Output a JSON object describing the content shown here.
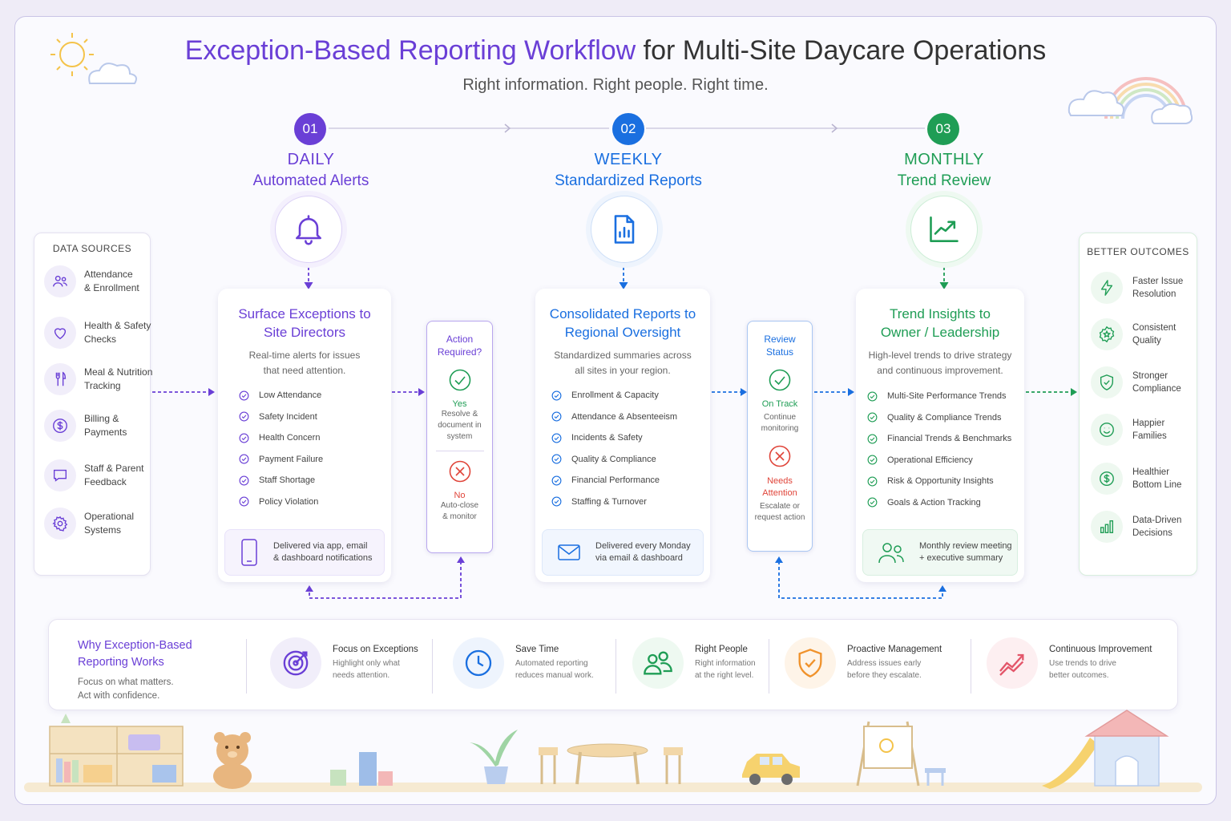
{
  "title": {
    "highlight": "Exception-Based Reporting Workflow",
    "rest": "for Multi-Site Daycare Operations"
  },
  "subtitle": "Right information. Right people. Right time.",
  "colors": {
    "purple": "#6a3fd6",
    "blue": "#1a6fe0",
    "green": "#1f9d55",
    "red": "#e0453a"
  },
  "data_sources": {
    "title": "DATA SOURCES",
    "items": [
      {
        "label1": "Attendance",
        "label2": "& Enrollment",
        "icon": "people-icon"
      },
      {
        "label1": "Health & Safety",
        "label2": "Checks",
        "icon": "heart-icon"
      },
      {
        "label1": "Meal & Nutrition",
        "label2": "Tracking",
        "icon": "utensils-icon"
      },
      {
        "label1": "Billing &",
        "label2": "Payments",
        "icon": "dollar-icon"
      },
      {
        "label1": "Staff & Parent",
        "label2": "Feedback",
        "icon": "chat-icon"
      },
      {
        "label1": "Operational",
        "label2": "Systems",
        "icon": "gear-icon"
      }
    ]
  },
  "steps": [
    {
      "num": "01",
      "phase": "DAILY",
      "subtitle": "Automated Alerts",
      "icon": "bell-icon",
      "card_title1": "Surface Exceptions to",
      "card_title2": "Site Directors",
      "card_desc1": "Real-time alerts for issues",
      "card_desc2": "that need attention.",
      "items": [
        "Low Attendance",
        "Safety Incident",
        "Health Concern",
        "Payment Failure",
        "Staff Shortage",
        "Policy Violation"
      ],
      "footer1": "Delivered via app, email",
      "footer2": "& dashboard notifications",
      "footer_icon": "phone-icon"
    },
    {
      "num": "02",
      "phase": "WEEKLY",
      "subtitle": "Standardized Reports",
      "icon": "report-icon",
      "card_title1": "Consolidated Reports to",
      "card_title2": "Regional Oversight",
      "card_desc1": "Standardized summaries across",
      "card_desc2": "all sites in your region.",
      "items": [
        "Enrollment & Capacity",
        "Attendance & Absenteeism",
        "Incidents & Safety",
        "Quality & Compliance",
        "Financial Performance",
        "Staffing & Turnover"
      ],
      "footer1": "Delivered every Monday",
      "footer2": "via email & dashboard",
      "footer_icon": "mail-icon"
    },
    {
      "num": "03",
      "phase": "MONTHLY",
      "subtitle": "Trend Review",
      "icon": "trend-icon",
      "card_title1": "Trend Insights to",
      "card_title2": "Owner / Leadership",
      "card_desc1": "High-level trends to drive strategy",
      "card_desc2": "and continuous improvement.",
      "items": [
        "Multi-Site Performance Trends",
        "Quality & Compliance Trends",
        "Financial Trends & Benchmarks",
        "Operational Efficiency",
        "Risk & Opportunity Insights",
        "Goals & Action Tracking"
      ],
      "footer1": "Monthly review meeting",
      "footer2": "+ executive summary",
      "footer_icon": "people-icon"
    }
  ],
  "decision1": {
    "title1": "Action",
    "title2": "Required?",
    "yes_label": "Yes",
    "yes_d1": "Resolve &",
    "yes_d2": "document in",
    "yes_d3": "system",
    "no_label": "No",
    "no_d1": "Auto-close",
    "no_d2": "& monitor"
  },
  "decision2": {
    "title1": "Review",
    "title2": "Status",
    "ok_label": "On Track",
    "ok_d1": "Continue",
    "ok_d2": "monitoring",
    "bad_label1": "Needs",
    "bad_label2": "Attention",
    "bad_d1": "Escalate or",
    "bad_d2": "request action"
  },
  "outcomes": {
    "title": "BETTER OUTCOMES",
    "items": [
      {
        "label1": "Faster Issue",
        "label2": "Resolution",
        "icon": "lightning-icon"
      },
      {
        "label1": "Consistent",
        "label2": "Quality",
        "icon": "badge-icon"
      },
      {
        "label1": "Stronger",
        "label2": "Compliance",
        "icon": "shield-check-icon"
      },
      {
        "label1": "Happier",
        "label2": "Families",
        "icon": "smile-icon"
      },
      {
        "label1": "Healthier",
        "label2": "Bottom Line",
        "icon": "dollar-icon"
      },
      {
        "label1": "Data-Driven",
        "label2": "Decisions",
        "icon": "bar-chart-icon"
      }
    ]
  },
  "why": {
    "title1": "Why Exception-Based",
    "title2": "Reporting Works",
    "desc1": "Focus on what matters.",
    "desc2": "Act with confidence.",
    "benefits": [
      {
        "title": "Focus on Exceptions",
        "d1": "Highlight only what",
        "d2": "needs attention.",
        "icon": "target-icon"
      },
      {
        "title": "Save Time",
        "d1": "Automated reporting",
        "d2": "reduces manual work.",
        "icon": "clock-icon"
      },
      {
        "title": "Right People",
        "d1": "Right information",
        "d2": "at the right level.",
        "icon": "people-icon"
      },
      {
        "title": "Proactive Management",
        "d1": "Address issues early",
        "d2": "before they escalate.",
        "icon": "shield-check-icon"
      },
      {
        "title": "Continuous Improvement",
        "d1": "Use trends to drive",
        "d2": "better outcomes.",
        "icon": "trend-icon"
      }
    ]
  }
}
